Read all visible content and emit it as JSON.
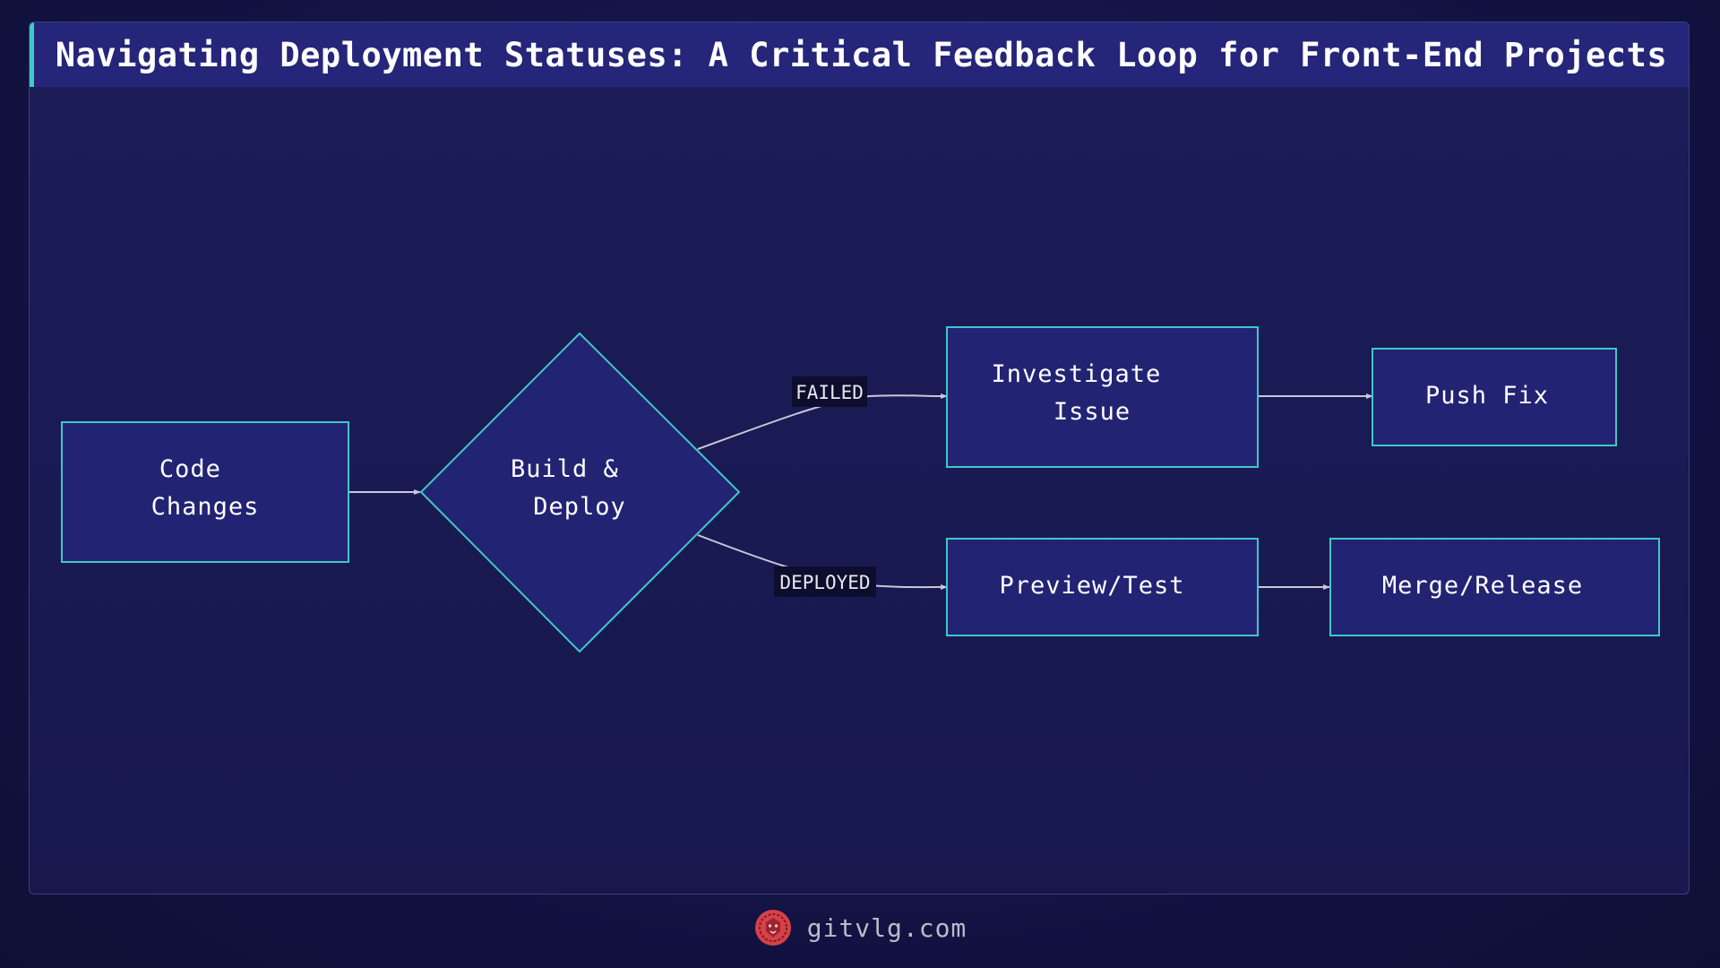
{
  "title": "Navigating Deployment Statuses: A Critical Feedback Loop for Front-End Projects",
  "colors": {
    "node_fill": "#232374",
    "node_stroke": "#3ec8c8",
    "edge": "#c8c8d8",
    "title_bar": "#25257a",
    "accent": "#3ec8c8",
    "logo": "#d8404a"
  },
  "nodes": {
    "code_changes": [
      "Code",
      "Changes"
    ],
    "build_deploy": [
      "Build &",
      "Deploy"
    ],
    "investigate_issue": [
      "Investigate",
      "Issue"
    ],
    "push_fix": [
      "Push Fix"
    ],
    "preview_test": [
      "Preview/Test"
    ],
    "merge_release": [
      "Merge/Release"
    ]
  },
  "edges": {
    "failed_label": "FAILED",
    "deployed_label": "DEPLOYED"
  },
  "footer": {
    "logo_icon": "lion-head-icon",
    "site": "gitvlg.com"
  }
}
